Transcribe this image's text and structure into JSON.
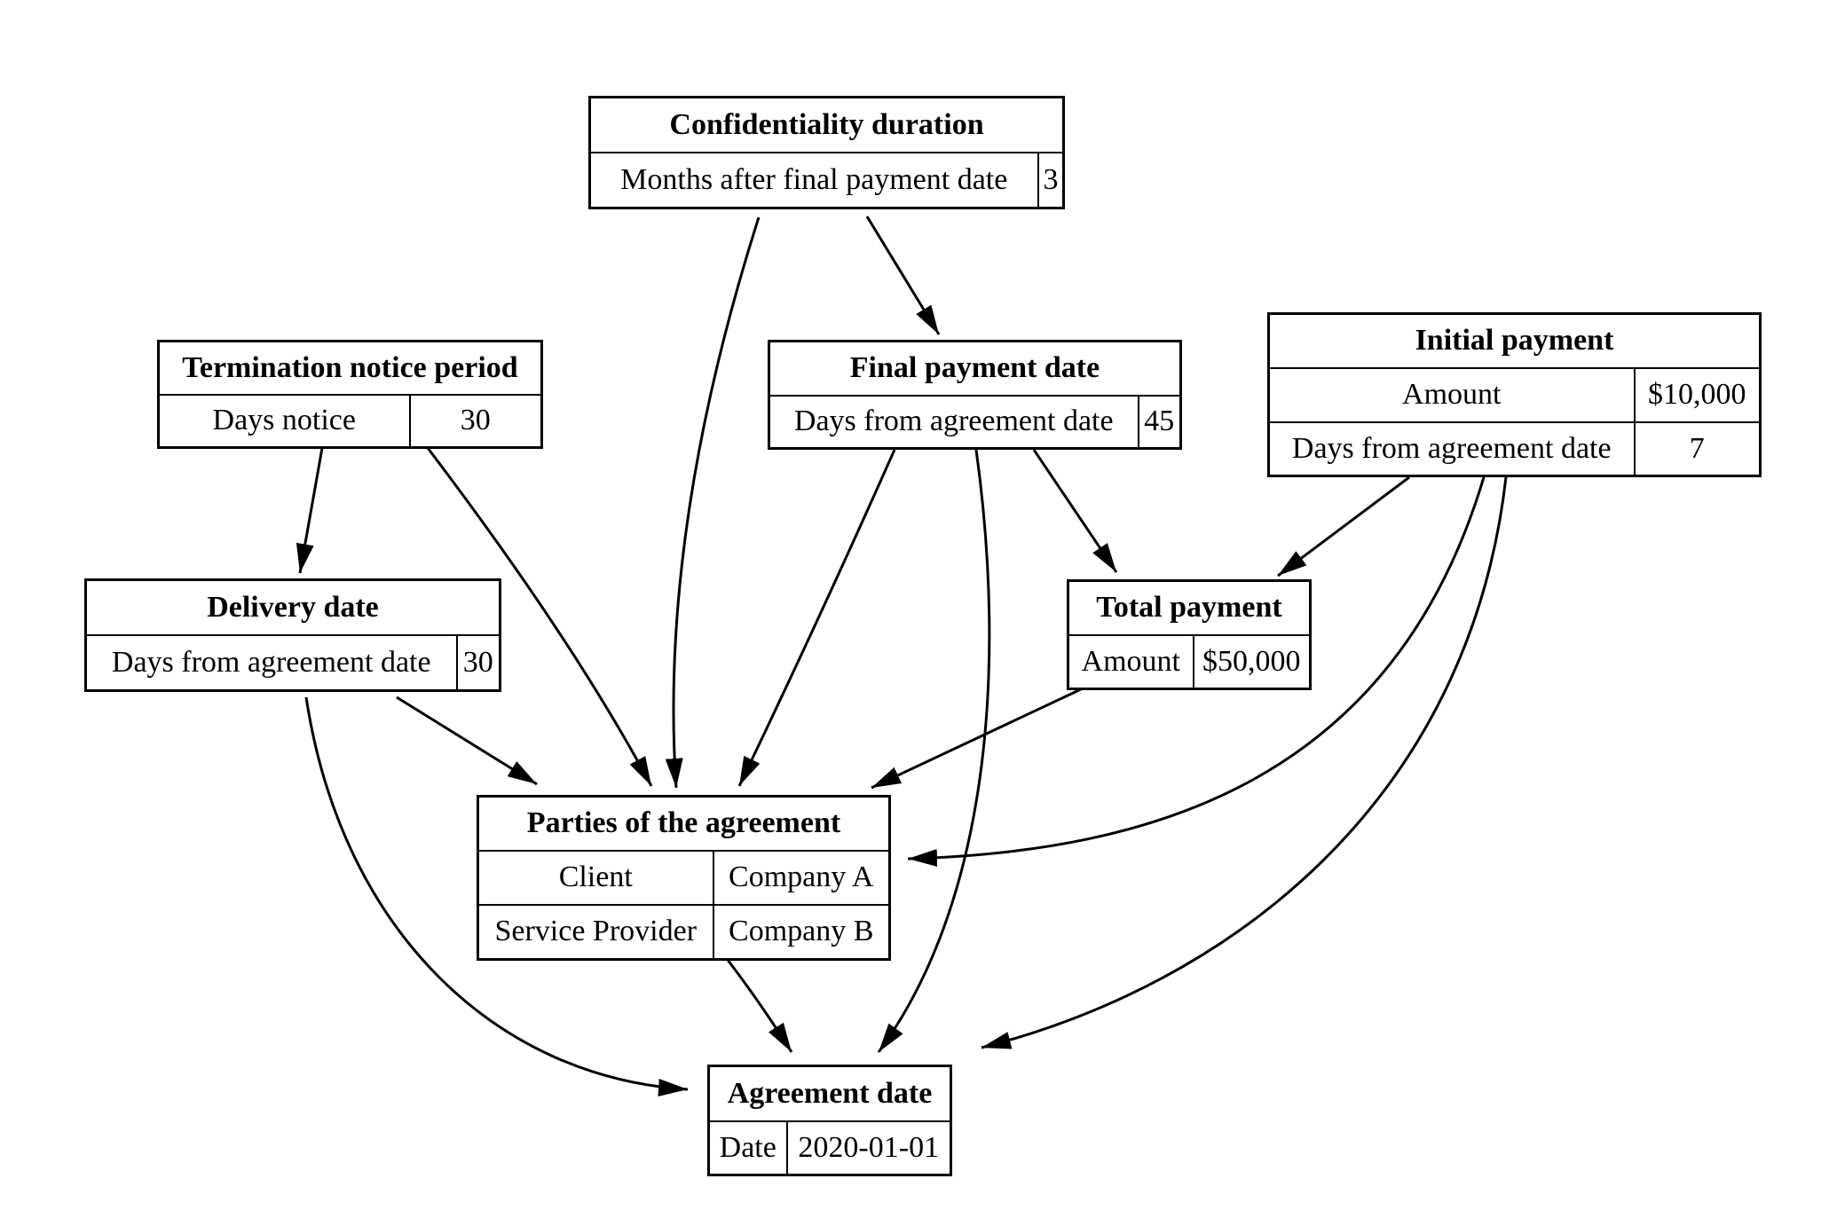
{
  "canvas": {
    "background_color": "#ffffff",
    "line_color": "#000000"
  },
  "boxes": {
    "confidentiality": {
      "title": "Confidentiality duration",
      "rows": [
        {
          "label": "Months after final payment date",
          "value": "3"
        }
      ]
    },
    "termination": {
      "title": "Termination notice period",
      "rows": [
        {
          "label": "Days notice",
          "value": "30"
        }
      ]
    },
    "final_payment": {
      "title": "Final payment date",
      "rows": [
        {
          "label": "Days from agreement date",
          "value": "45"
        }
      ]
    },
    "initial_payment": {
      "title": "Initial payment",
      "rows": [
        {
          "label": "Amount",
          "value": "$10,000"
        },
        {
          "label": "Days from agreement date",
          "value": "7"
        }
      ]
    },
    "delivery": {
      "title": "Delivery date",
      "rows": [
        {
          "label": "Days from agreement date",
          "value": "30"
        }
      ]
    },
    "total_payment": {
      "title": "Total payment",
      "rows": [
        {
          "label": "Amount",
          "value": "$50,000"
        }
      ]
    },
    "parties": {
      "title": "Parties of the agreement",
      "rows": [
        {
          "label": "Client",
          "value": "Company A"
        },
        {
          "label": "Service Provider",
          "value": "Company B"
        }
      ]
    },
    "agreement": {
      "title": "Agreement date",
      "rows": [
        {
          "label": "Date",
          "value": "2020-01-01"
        }
      ]
    }
  },
  "edges": [
    {
      "from": "confidentiality",
      "to": "final_payment"
    },
    {
      "from": "confidentiality",
      "to": "parties"
    },
    {
      "from": "termination",
      "to": "delivery"
    },
    {
      "from": "termination",
      "to": "parties"
    },
    {
      "from": "final_payment",
      "to": "parties"
    },
    {
      "from": "final_payment",
      "to": "total_payment"
    },
    {
      "from": "final_payment",
      "to": "agreement"
    },
    {
      "from": "initial_payment",
      "to": "total_payment"
    },
    {
      "from": "initial_payment",
      "to": "parties"
    },
    {
      "from": "initial_payment",
      "to": "agreement"
    },
    {
      "from": "delivery",
      "to": "parties"
    },
    {
      "from": "delivery",
      "to": "agreement"
    },
    {
      "from": "total_payment",
      "to": "parties"
    },
    {
      "from": "parties",
      "to": "agreement"
    }
  ]
}
